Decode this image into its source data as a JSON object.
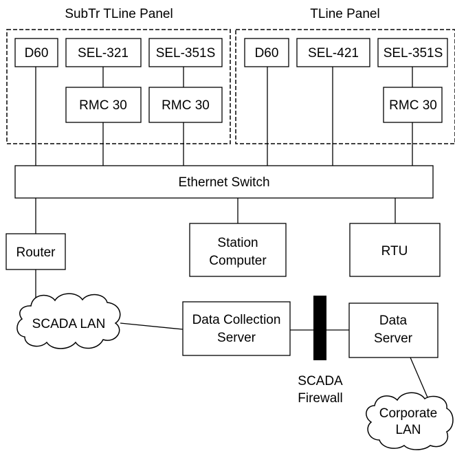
{
  "panels": {
    "subtr_tline": {
      "title": "SubTr TLine Panel"
    },
    "tline": {
      "title": "TLine Panel"
    }
  },
  "devices": {
    "subtr_d60": "D60",
    "subtr_sel321": "SEL-321",
    "subtr_sel351s": "SEL-351S",
    "subtr_rmc30_a": "RMC 30",
    "subtr_rmc30_b": "RMC 30",
    "tline_d60": "D60",
    "tline_sel421": "SEL-421",
    "tline_sel351s": "SEL-351S",
    "tline_rmc30": "RMC 30"
  },
  "network": {
    "ethernet_switch": "Ethernet Switch",
    "router": "Router",
    "station_computer": [
      "Station",
      "Computer"
    ],
    "rtu": "RTU",
    "scada_lan": "SCADA LAN",
    "data_collection_server": [
      "Data Collection",
      "Server"
    ],
    "scada_firewall": [
      "SCADA",
      "Firewall"
    ],
    "data_server": [
      "Data",
      "Server"
    ],
    "corporate_lan": [
      "Corporate",
      "LAN"
    ]
  }
}
